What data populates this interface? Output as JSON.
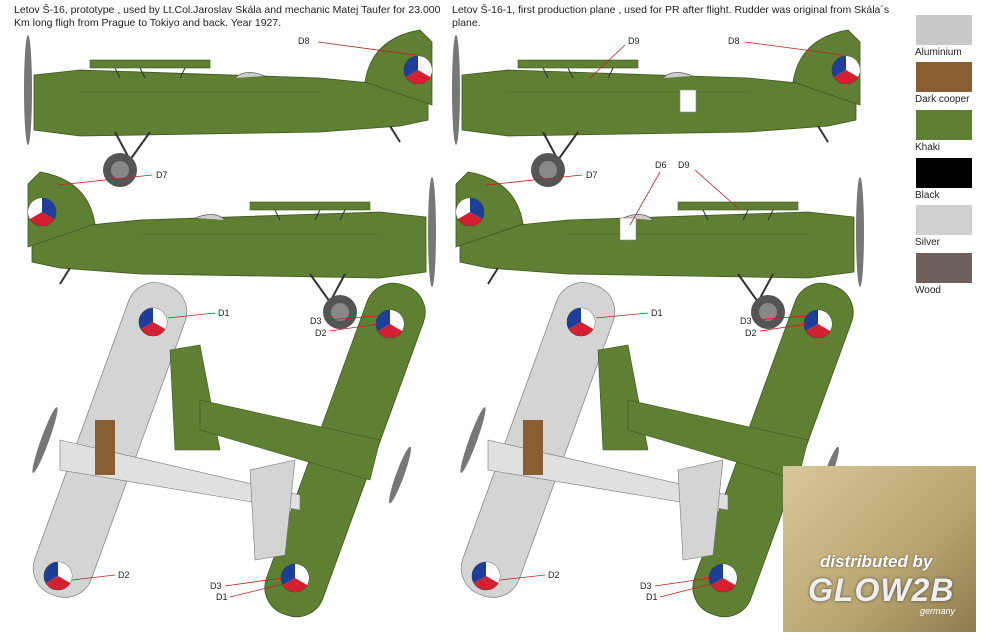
{
  "captions": {
    "left": "Letov Š-16, prototype , used by Lt.Col.Jaroslav Skála and mechanic Matej Taufer for 23.000 Km long fligh from Prague to Tokiyo and back.   Year 1927.",
    "right": "Letov Š-16-1, first production plane , used for PR after flight. Rudder was original from Skála´s plane."
  },
  "labels": {
    "d1": "D1",
    "d2": "D2",
    "d3": "D3",
    "d6": "D6",
    "d7": "D7",
    "d8": "D8",
    "d9": "D9"
  },
  "swatches": [
    {
      "name": "Aluminium",
      "color": "#c9c9c9"
    },
    {
      "name": "Dark cooper",
      "color": "#8a5e33"
    },
    {
      "name": "Khaki",
      "color": "#5f7f33"
    },
    {
      "name": "Black",
      "color": "#000000"
    },
    {
      "name": "Silver",
      "color": "#d0d0d0"
    },
    {
      "name": "Wood",
      "color": "#6b615a"
    }
  ],
  "watermark": {
    "line1": "distributed by",
    "line2": "GLOW2B",
    "line3": "germany"
  }
}
